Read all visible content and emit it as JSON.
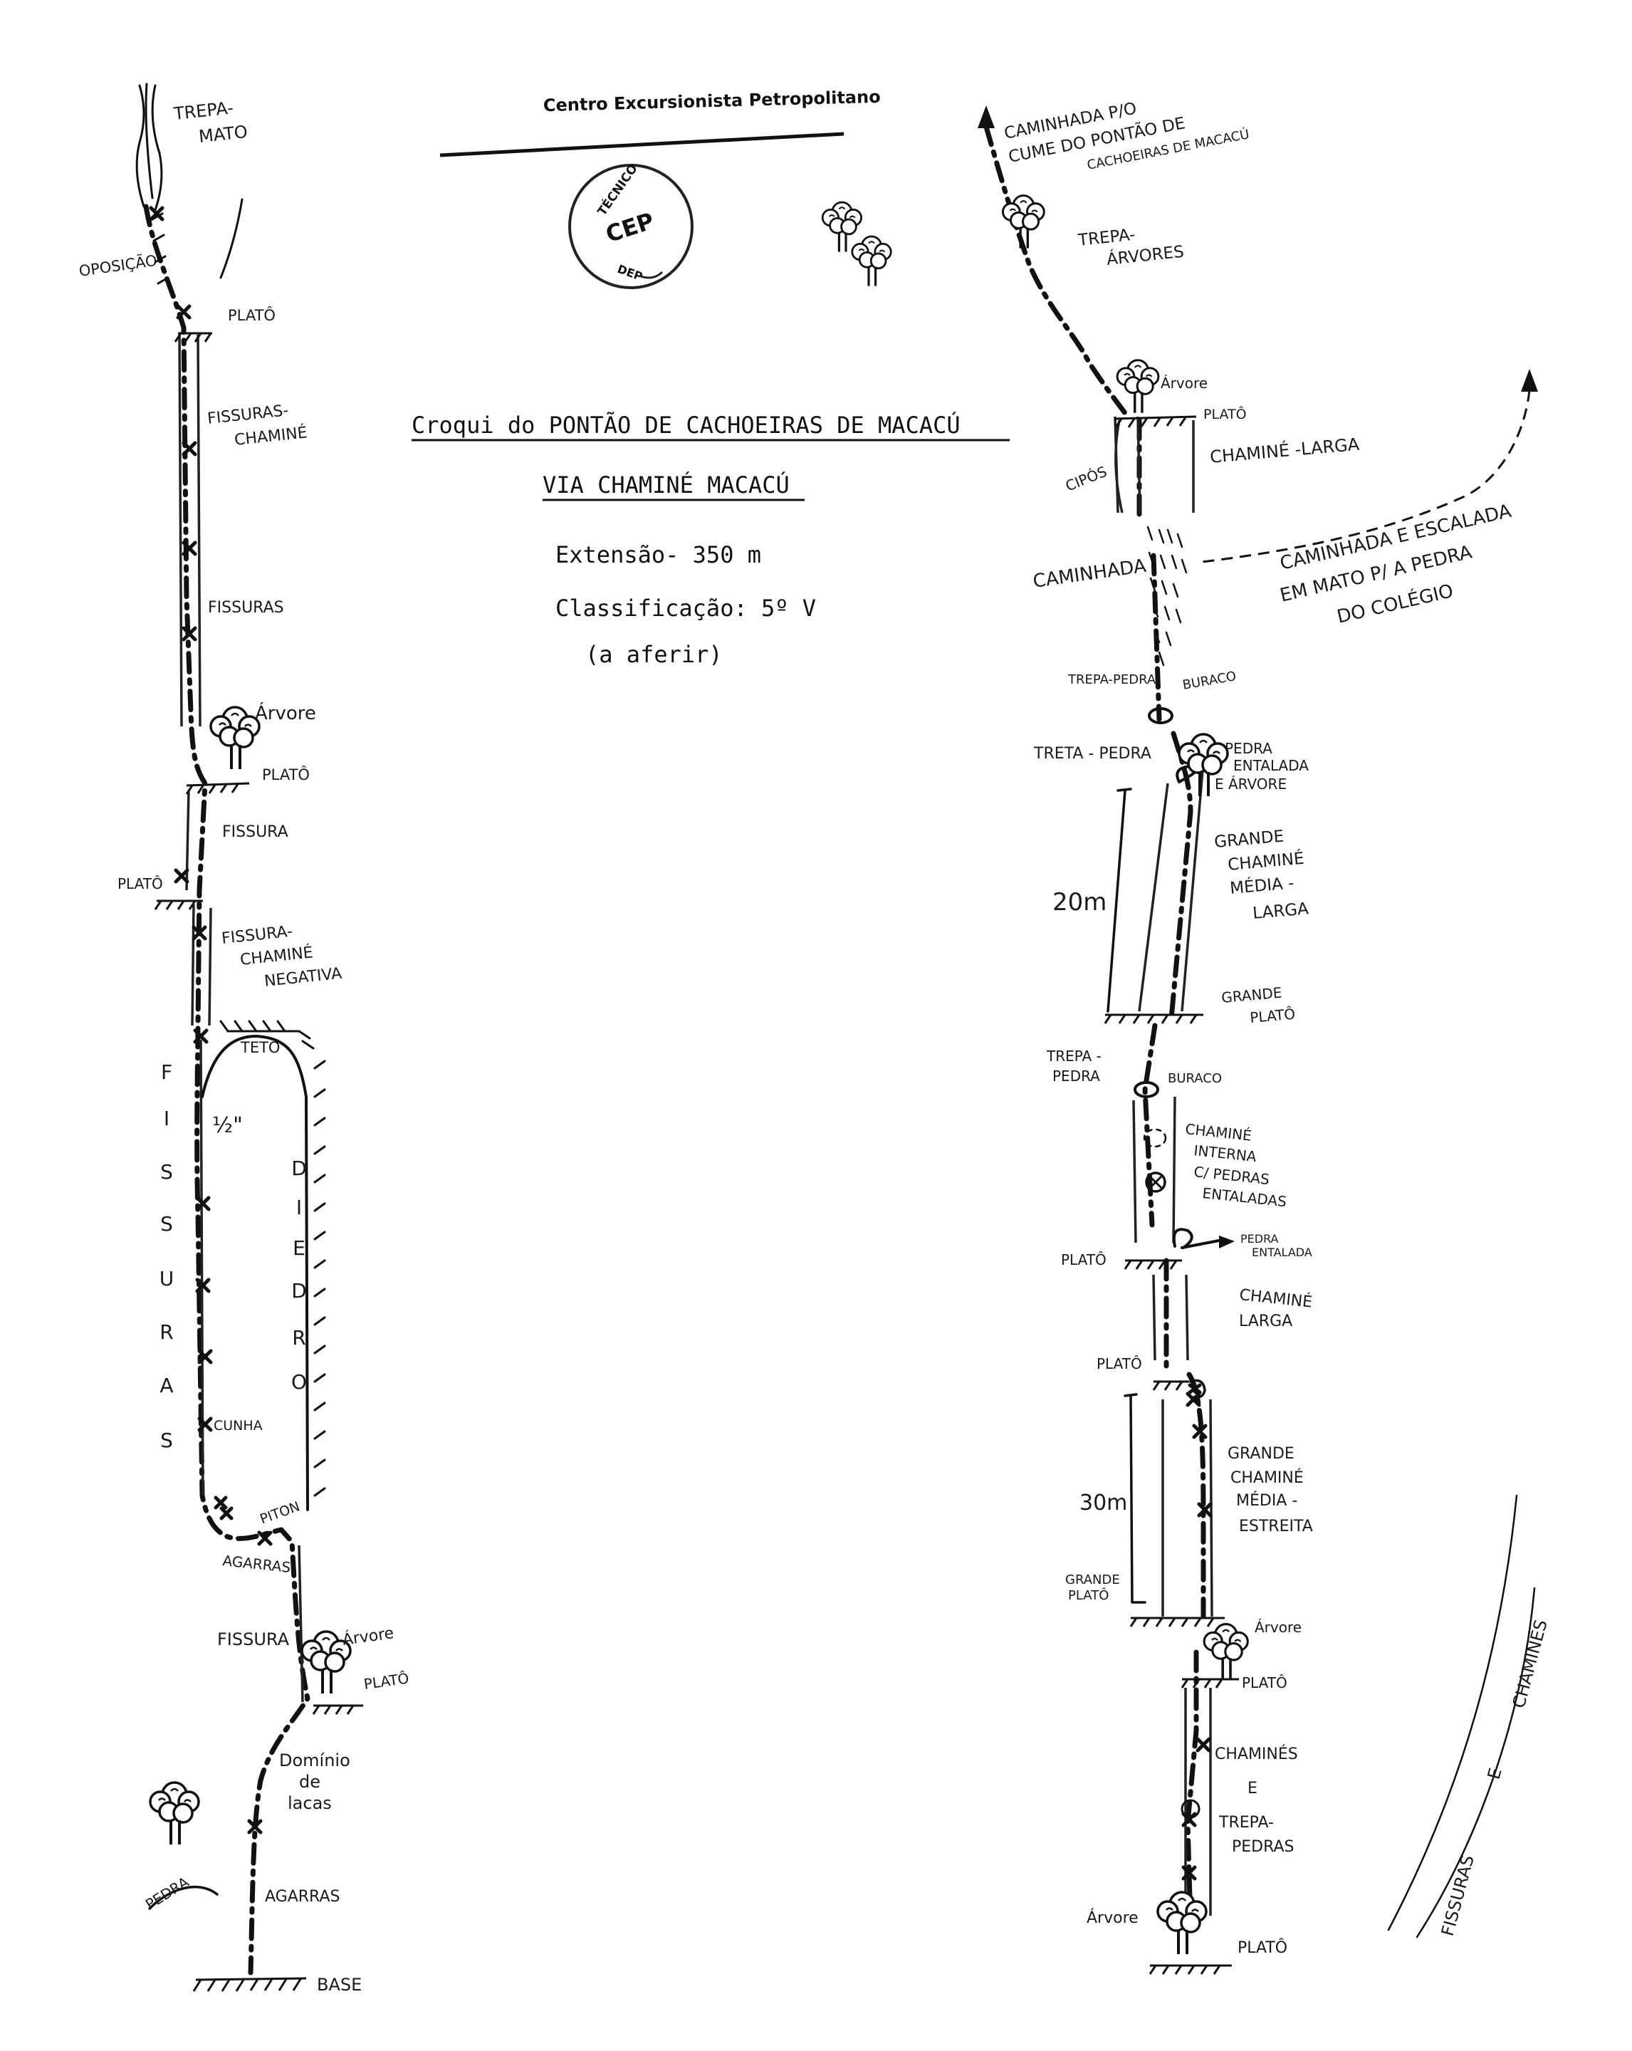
{
  "header": {
    "organization": "Centro Excursionista Petropolitano",
    "stamp_lines": [
      "TÉCNICO",
      "CEP",
      "DEP"
    ]
  },
  "title": {
    "line1": "Croqui do PONTÃO DE CACHOEIRAS DE MACACÚ",
    "line2": "VIA CHAMINÉ MACACÚ",
    "extent": "Extensão- 350 m",
    "grade": "Classificação: 5º V",
    "note": "(a aferir)"
  },
  "left_route": {
    "labels": {
      "trepa_mato": [
        "TREPA-",
        "MATO"
      ],
      "oposicao": "OPOSIÇÃO",
      "plato_1": "PLATÔ",
      "fissuras_chamine": [
        "FISSURAS-",
        "CHAMINÉ"
      ],
      "fissuras": "FISSURAS",
      "arvore_1": "Árvore",
      "plato_2": "PLATÔ",
      "fissura_1": "FISSURA",
      "plato_3": "PLATÔ",
      "fissura_chamine_negativa": [
        "FISSURA-",
        "CHAMINÉ",
        "NEGATIVA"
      ],
      "teto": "TETO",
      "fissuras_vertical": [
        "F",
        "I",
        "S",
        "S",
        "U",
        "R",
        "A",
        "S"
      ],
      "meia_polegada": "½\"",
      "diedro_vertical": [
        "D",
        "I",
        "E",
        "D",
        "R",
        "O"
      ],
      "cunha": "CUNHA",
      "piton": "PITON",
      "agarras_1": "AGARRAS",
      "fissura_2": "FISSURA",
      "arvore_2": "Árvore",
      "plato_4": "PLATÔ",
      "dominio_de_lacas": [
        "Domínio",
        "de",
        "lacas"
      ],
      "pedra": "PEDRA",
      "agarras_2": "AGARRAS",
      "base": "BASE"
    }
  },
  "right_route": {
    "labels": {
      "caminhada_cume": [
        "CAMINHADA P/O",
        "CUME DO PONTÃO DE",
        "CACHOEIRAS DE MACACÚ"
      ],
      "trepa_arvores": [
        "TREPA-",
        "ÁRVORES"
      ],
      "arvore_top": "Árvore",
      "plato_top": "PLATÔ",
      "chamine_larga_1": "CHAMINÉ -LARGA",
      "cipos": "CIPÓS",
      "caminhada": "CAMINHADA",
      "caminhada_escalada": [
        "CAMINHADA E ESCALADA",
        "EM MATO P/ A PEDRA",
        "DO COLÉGIO"
      ],
      "trepa_pedra_1": "TREPA-PEDRA",
      "buraco_1": "BURACO",
      "trepa_pedra_2": "TRETA - PEDRA",
      "pedra_entalada_arvore": [
        "PEDRA",
        "ENTALADA",
        "E ÁRVORE"
      ],
      "height_20": "20m",
      "grande_chamine_media_larga": [
        "GRANDE",
        "CHAMINÉ",
        "MÉDIA -",
        "LARGA"
      ],
      "grande_plato_1": [
        "GRANDE",
        "PLATÔ"
      ],
      "trepa_pedra_3": [
        "TREPA -",
        "PEDRA"
      ],
      "buraco_2": "BURACO",
      "chamine_interna": [
        "CHAMINÉ",
        "INTERNA",
        "C/ PEDRAS",
        "ENTALADAS"
      ],
      "plato_mid": "PLATÔ",
      "pedra_entalada": [
        "PEDRA",
        "ENTALADA"
      ],
      "chamine_larga_2": [
        "CHAMINÉ",
        "LARGA"
      ],
      "plato_low": "PLATÔ",
      "height_30": "30m",
      "grande_chamine_media_estreita": [
        "GRANDE",
        "CHAMINÉ",
        "MÉDIA -",
        "ESTREITA"
      ],
      "grande_plato_2": [
        "GRANDE",
        "PLATÔ"
      ],
      "arvore_mid": "Árvore",
      "plato_lower": "PLATÔ",
      "chamines_e_trepa_pedras": [
        "CHAMINÉS",
        "E",
        "TREPA-",
        "PEDRAS"
      ],
      "arvore_bottom": "Árvore",
      "plato_bottom": "PLATÔ",
      "fissuras_e_chamines": [
        "FISSURAS",
        "E",
        "CHAMINÉS"
      ]
    }
  }
}
